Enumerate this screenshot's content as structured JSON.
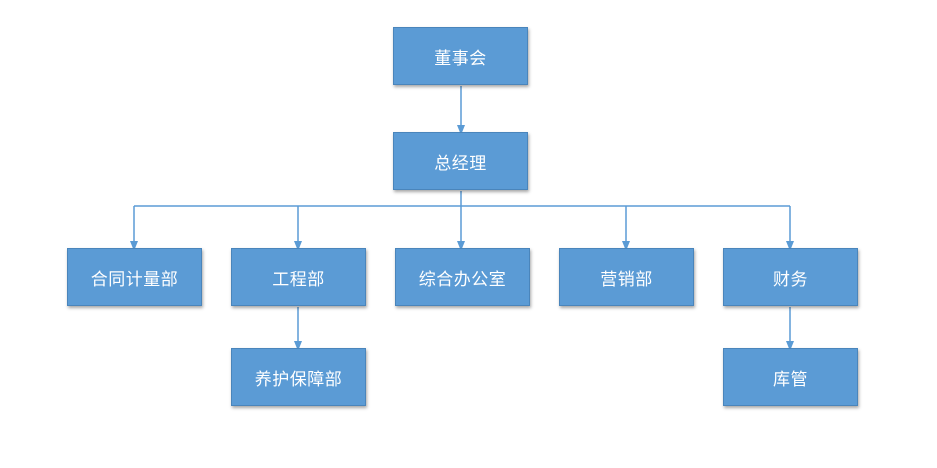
{
  "diagram": {
    "colors": {
      "node_fill": "#5b9bd5",
      "connector": "#5b9bd5",
      "text": "#ffffff"
    },
    "nodes": {
      "board": {
        "label": "董事会"
      },
      "general_manager": {
        "label": "总经理"
      },
      "contract_metering": {
        "label": "合同计量部"
      },
      "engineering": {
        "label": "工程部"
      },
      "general_office": {
        "label": "综合办公室"
      },
      "marketing": {
        "label": "营销部"
      },
      "finance": {
        "label": "财务"
      },
      "maintenance": {
        "label": "养护保障部"
      },
      "warehouse": {
        "label": "库管"
      }
    },
    "edges": [
      {
        "from": "board",
        "to": "general_manager"
      },
      {
        "from": "general_manager",
        "to": "contract_metering"
      },
      {
        "from": "general_manager",
        "to": "engineering"
      },
      {
        "from": "general_manager",
        "to": "general_office"
      },
      {
        "from": "general_manager",
        "to": "marketing"
      },
      {
        "from": "general_manager",
        "to": "finance"
      },
      {
        "from": "engineering",
        "to": "maintenance"
      },
      {
        "from": "finance",
        "to": "warehouse"
      }
    ]
  }
}
